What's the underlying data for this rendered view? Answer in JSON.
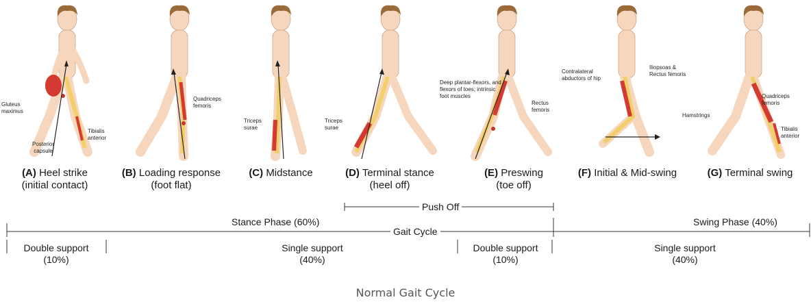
{
  "figures": [
    {
      "code": "(A)",
      "name": "Heel strike",
      "sub": "(initial contact)",
      "labels": [
        "Gluteus maximus",
        "Tibialis anterior",
        "Posterior capsule"
      ]
    },
    {
      "code": "(B)",
      "name": "Loading response",
      "sub": "(foot flat)",
      "labels": [
        "Quadriceps femoris"
      ]
    },
    {
      "code": "(C)",
      "name": "Midstance",
      "sub": "",
      "labels": [
        "Triceps surae"
      ]
    },
    {
      "code": "(D)",
      "name": "Terminal stance",
      "sub": "(heel off)",
      "labels": [
        "Triceps surae"
      ]
    },
    {
      "code": "(E)",
      "name": "Preswing",
      "sub": "(toe off)",
      "labels": [
        "Deep plantar-flexors, and flexors of toes; intrinsic foot muscles",
        "Rectus femoris"
      ]
    },
    {
      "code": "(F)",
      "name": "Initial & Mid-swing",
      "sub": "",
      "labels": [
        "Contralateral abductors of hip",
        "Iliopsoas & Rectus femoris"
      ]
    },
    {
      "code": "(G)",
      "name": "Terminal swing",
      "sub": "",
      "labels": [
        "Quadriceps femoris",
        "Hamstrings",
        "Tibialis anterior"
      ]
    }
  ],
  "timeline": {
    "push_off": "Push Off",
    "stance": "Stance Phase (60%)",
    "gait": "Gait Cycle",
    "swing": "Swing Phase (40%)"
  },
  "support": [
    {
      "label": "Double support",
      "pct": "(10%)"
    },
    {
      "label": "Single support",
      "pct": "(40%)"
    },
    {
      "label": "Double support",
      "pct": "(10%)"
    },
    {
      "label": "Single support",
      "pct": "(40%)"
    }
  ],
  "caption": "Normal Gait Cycle",
  "colors": {
    "skin": "#f6d7bd",
    "hair": "#9a6a3a",
    "muscle": "#d23a32",
    "bone": "#f2cf6a"
  }
}
